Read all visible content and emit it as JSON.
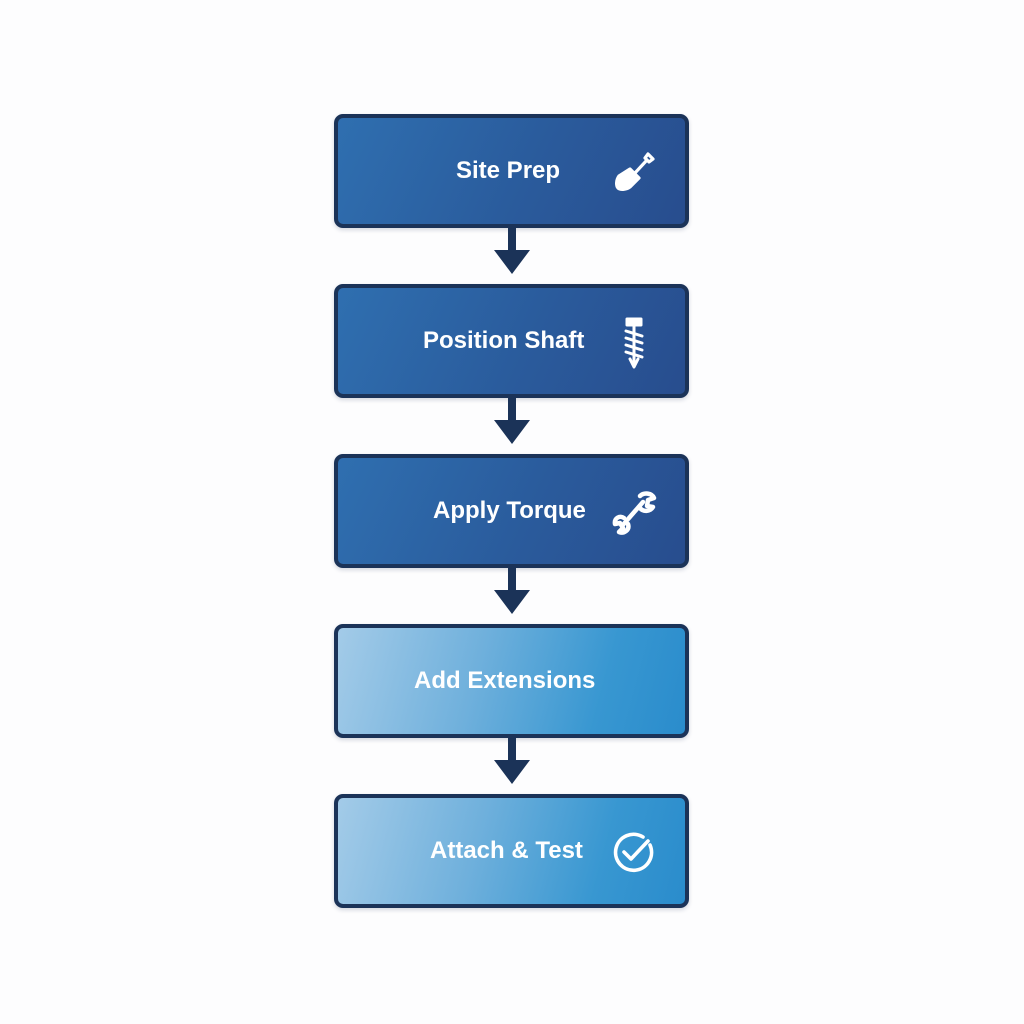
{
  "colors": {
    "border": "#1b3358",
    "dark_box": "#2a5b9c",
    "light_box": "#3897d1",
    "arrow": "#1b3358",
    "text": "#ffffff"
  },
  "steps": [
    {
      "label": "Site Prep",
      "icon": "shovel-icon"
    },
    {
      "label": "Position Shaft",
      "icon": "screw-pile-icon"
    },
    {
      "label": "Apply Torque",
      "icon": "wrench-icon"
    },
    {
      "label": "Add Extensions",
      "icon": ""
    },
    {
      "label": "Attach & Test",
      "icon": "check-circle-icon"
    }
  ]
}
